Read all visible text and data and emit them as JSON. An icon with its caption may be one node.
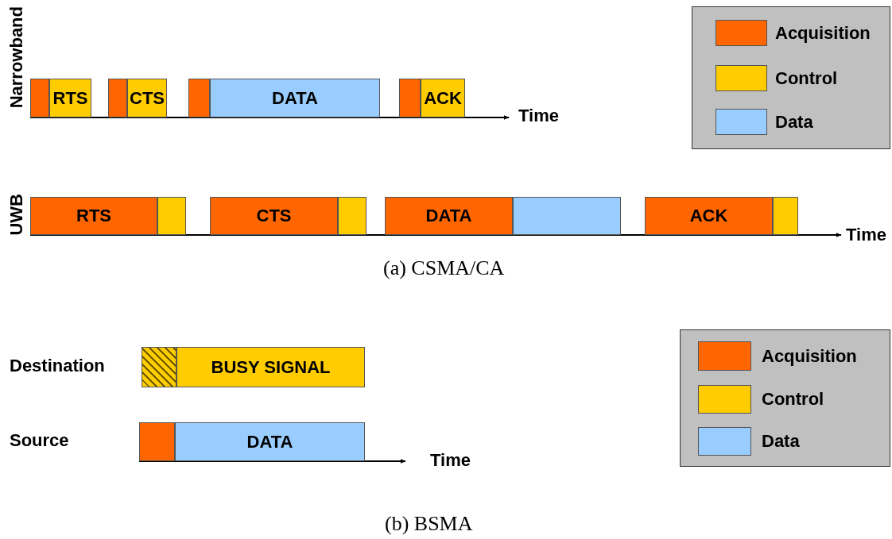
{
  "diagram": {
    "nodes": [
      {
        "text": [],
        "shape": "box"
      },
      {
        "text": [
          "RTS"
        ]
      },
      {
        "text": [],
        "shape": "box"
      },
      {
        "text": [
          "CTS"
        ]
      },
      {
        "text": [],
        "shape": "box"
      },
      {
        "text": [
          "DATA"
        ]
      },
      {
        "text": [],
        "shape": "box"
      },
      {
        "text": [
          "ACK"
        ]
      },
      {
        "text": [
          "RTS"
        ]
      },
      {
        "text": [],
        "shape": "box"
      },
      {
        "text": [
          "CTS"
        ]
      },
      {
        "text": [],
        "shape": "box"
      },
      {
        "text": [
          "DATA"
        ]
      },
      {
        "text": [],
        "shape": "box"
      },
      {
        "text": [
          "ACK"
        ]
      },
      {
        "text": [],
        "shape": "box"
      },
      {
        "text": [],
        "shape": "box"
      },
      {
        "text": [
          "BUSY SIGNAL"
        ]
      },
      {
        "text": [],
        "shape": "box"
      },
      {
        "text": [
          "DATA"
        ]
      }
    ],
    "labels": [
      "Narrowband",
      "Time",
      "UWB",
      "Time",
      "(a) CSMA/CA",
      "Destination",
      "Source",
      "Time",
      "(b) BSMA"
    ],
    "legend": [
      {
        "text": "Acquisition",
        "color": "#ff6600"
      },
      {
        "text": "Control",
        "color": "#ffcc00"
      },
      {
        "text": "Data",
        "color": "#99ccff"
      },
      {
        "text": "Acquisition",
        "color": "#ff6600"
      },
      {
        "text": "Control",
        "color": "#ffcc00"
      },
      {
        "text": "Data",
        "color": "#99ccff"
      }
    ]
  }
}
